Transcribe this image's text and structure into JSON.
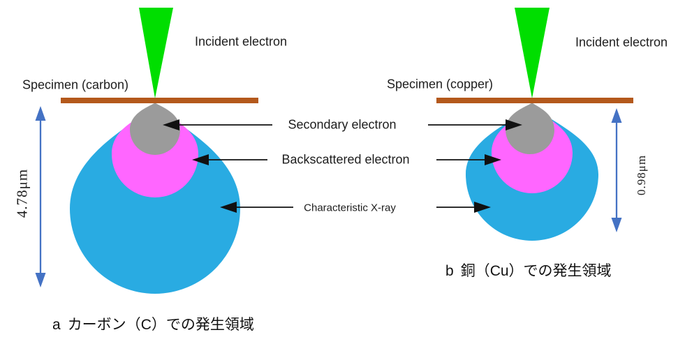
{
  "colors": {
    "beam_green": "#00DE00",
    "specimen_brown": "#B4591C",
    "secondary_gray": "#9B9B9B",
    "backscattered_pink": "#FF66FF",
    "xray_blue": "#29ABE2",
    "measure_blue": "#4472C4",
    "arrow_black": "#111111"
  },
  "labels": {
    "incident_left": "Incident electron",
    "incident_right": "Incident electron",
    "specimen_carbon": "Specimen (carbon)",
    "specimen_copper": "Specimen (copper)",
    "secondary": "Secondary electron",
    "backscattered": "Backscattered electron",
    "xray": "Characteristic X-ray"
  },
  "measurements": {
    "carbon_depth": "4.78μm",
    "copper_depth": "0.98μm"
  },
  "captions": {
    "a": {
      "letter": "a",
      "part1": "カーボン（",
      "latin": "C",
      "part2": "）での発生領域"
    },
    "b": {
      "letter": "b",
      "part1": "銅（",
      "latin": "Cu",
      "part2": "）での発生領域"
    }
  }
}
